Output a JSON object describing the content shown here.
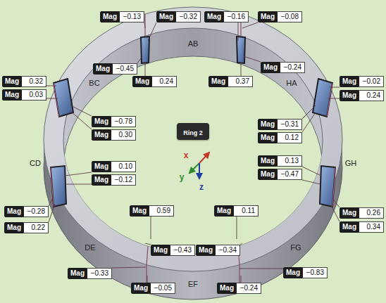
{
  "diagram": {
    "nodes": [
      {
        "text": [
          "Mag",
          "−0.13"
        ]
      },
      {
        "text": [
          "Mag",
          "−0.32"
        ]
      },
      {
        "text": [
          "Mag",
          "−0.16"
        ]
      },
      {
        "text": [
          "Mag",
          "−0.08"
        ]
      },
      {
        "text": [
          "Mag",
          "−0.45"
        ]
      },
      {
        "text": [
          "Mag",
          "−0.24"
        ]
      },
      {
        "text": [
          "Mag",
          "0.32"
        ]
      },
      {
        "text": [
          "Mag",
          "0.24"
        ]
      },
      {
        "text": [
          "Mag",
          "0.37"
        ]
      },
      {
        "text": [
          "Mag",
          "−0.02"
        ]
      },
      {
        "text": [
          "Mag",
          "0.03"
        ]
      },
      {
        "text": [
          "Mag",
          "0.24"
        ]
      },
      {
        "text": [
          "Mag",
          "−0.78"
        ]
      },
      {
        "text": [
          "Mag",
          "−0.31"
        ]
      },
      {
        "text": [
          "Ring 2"
        ]
      },
      {
        "text": [
          "Mag",
          "0.30"
        ]
      },
      {
        "text": [
          "Mag",
          "0.12"
        ]
      },
      {
        "text": [
          "Mag",
          "0.13"
        ]
      },
      {
        "text": [
          "Mag",
          "0.10"
        ]
      },
      {
        "text": [
          "Mag",
          "−0.47"
        ]
      },
      {
        "text": [
          "Mag",
          "−0.12"
        ]
      },
      {
        "text": [
          "Mag",
          "0.59"
        ]
      },
      {
        "text": [
          "Mag",
          "−0.28"
        ]
      },
      {
        "text": [
          "Mag",
          "0.11"
        ]
      },
      {
        "text": [
          "Mag",
          "0.26"
        ]
      },
      {
        "text": [
          "Mag",
          "0.34"
        ]
      },
      {
        "text": [
          "Mag",
          "0.22"
        ]
      },
      {
        "text": [
          "Mag",
          "−0.43"
        ]
      },
      {
        "text": [
          "Mag",
          "−0.34"
        ]
      },
      {
        "text": [
          "Mag",
          "−0.83"
        ]
      },
      {
        "text": [
          "Mag",
          "−0.33"
        ]
      },
      {
        "text": [
          "Mag",
          "−0.05"
        ]
      },
      {
        "text": [
          "Mag",
          "−0.24"
        ]
      }
    ],
    "labels": [
      "AB",
      "BC",
      "CD",
      "DE",
      "EF",
      "FG",
      "GH",
      "HA",
      "x",
      "y",
      "z"
    ]
  }
}
